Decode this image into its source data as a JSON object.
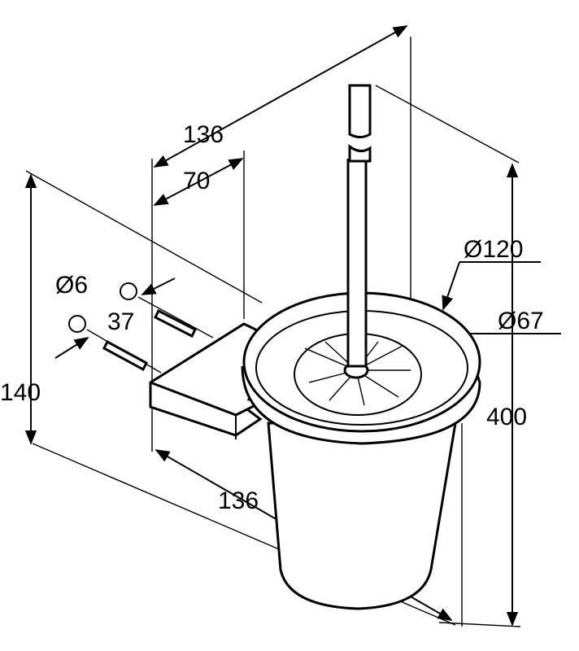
{
  "drawing": {
    "dimensions": {
      "depth_top": "136",
      "plate_depth": "70",
      "screw_diameter": "Ø6",
      "screw_spacing": "37",
      "height_plate": "140",
      "width_bottom": "136",
      "bowl_diameter": "Ø120",
      "brush_head_diameter": "Ø67",
      "total_height": "400"
    }
  }
}
